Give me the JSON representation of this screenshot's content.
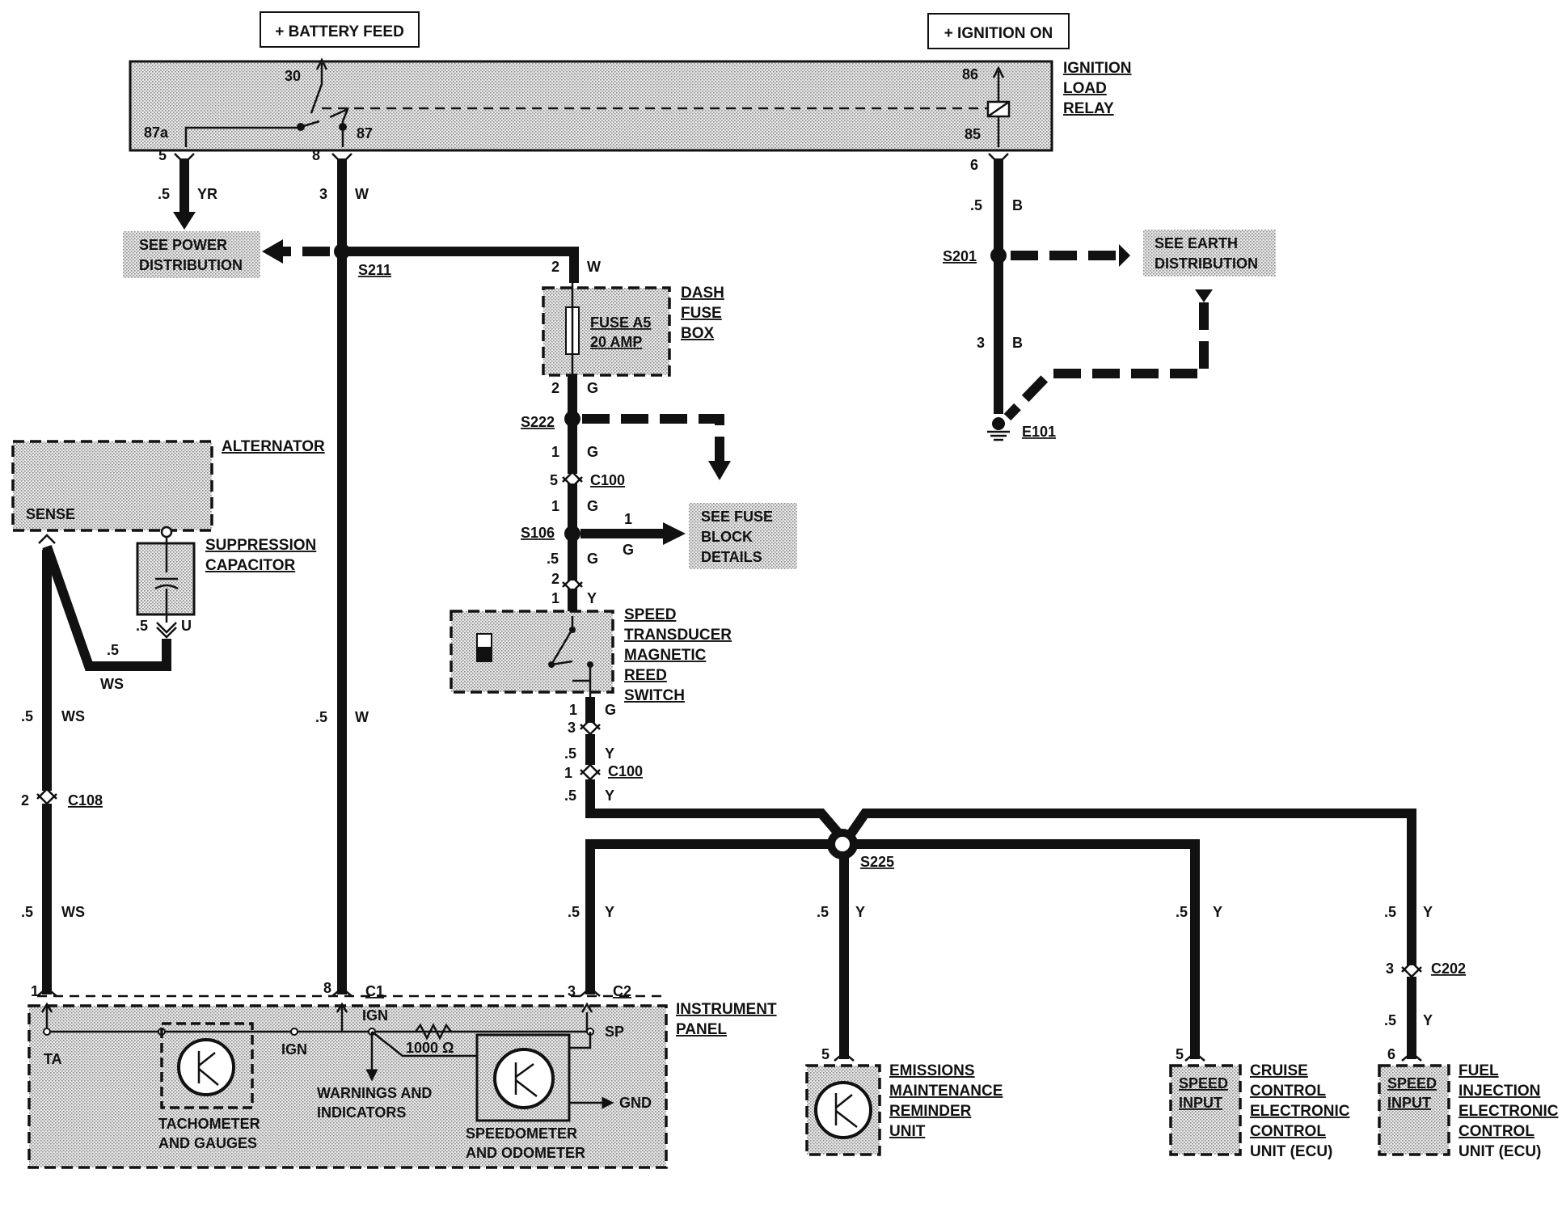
{
  "sources": {
    "battery_feed": "+ BATTERY FEED",
    "ignition_on": "+ IGNITION ON"
  },
  "relay": {
    "name": [
      "IGNITION",
      "LOAD",
      "RELAY"
    ],
    "terminals": {
      "t30": "30",
      "t87a": "87a",
      "t87": "87",
      "t86": "86",
      "t85": "85"
    },
    "pins": {
      "p5": "5",
      "p8": "8",
      "p6": "6"
    }
  },
  "wires": {
    "yr_size": ".5",
    "yr_color": "YR",
    "w_upper_pin": "3",
    "w_color": "W",
    "b_top_size": ".5",
    "b_color": "B",
    "b_lower_pin": "3",
    "fuse_in_pin": "2",
    "fuse_out_pin": "2",
    "g_color": "G",
    "c100_g_pin1": "1",
    "c100_g_pin5": "5",
    "s106_g_pin": "1",
    "s106_right_pin": "1",
    "g_size_05": ".5",
    "pin_2": "2",
    "pin_1": "1",
    "y_color": "Y",
    "g_after_switch_pin": "1",
    "c100_low_pin3": "3",
    "y_size": ".5",
    "c100_low_pin1": "1",
    "ws_color": "WS",
    "u_color": "U",
    "ws_size": ".5",
    "u_size": ".5",
    "c108_pin": "2",
    "w_lower_size": ".5",
    "ip_pin1": "1",
    "ip_pin8": "8",
    "ip_pin3": "3",
    "c202_pin": "3",
    "fi_pin": "6",
    "em_pin": "5",
    "cc_pin": "5"
  },
  "splices": {
    "s211": "S211",
    "s201": "S201",
    "s222": "S222",
    "s106": "S106",
    "s225": "S225"
  },
  "connectors": {
    "c100": "C100",
    "c100b": "C100",
    "c108": "C108",
    "c1": "C1",
    "c2": "C2",
    "c202": "C202"
  },
  "ground": {
    "e101": "E101"
  },
  "refs": {
    "power": [
      "SEE POWER",
      "DISTRIBUTION"
    ],
    "earth": [
      "SEE EARTH",
      "DISTRIBUTION"
    ],
    "fuse": [
      "SEE FUSE",
      "BLOCK",
      "DETAILS"
    ]
  },
  "fuse_box": {
    "name": [
      "DASH",
      "FUSE",
      "BOX"
    ],
    "fuse": [
      "FUSE A5",
      "20 AMP"
    ]
  },
  "alternator": {
    "name": "ALTERNATOR",
    "sense": "SENSE"
  },
  "capacitor": {
    "name": [
      "SUPPRESSION",
      "CAPACITOR"
    ]
  },
  "speed_switch": {
    "name": [
      "SPEED",
      "TRANSDUCER",
      "MAGNETIC",
      "REED",
      "SWITCH"
    ]
  },
  "instrument_panel": {
    "name": [
      "INSTRUMENT",
      "PANEL"
    ],
    "ta": "TA",
    "ign1": "IGN",
    "ign2": "IGN",
    "sp": "SP",
    "resistor": "1000 Ω",
    "tacho": [
      "TACHOMETER",
      "AND GAUGES"
    ],
    "warnings": [
      "WARNINGS AND",
      "INDICATORS"
    ],
    "speedo": [
      "SPEEDOMETER",
      "AND ODOMETER"
    ],
    "gnd": "GND"
  },
  "modules": {
    "emissions": [
      "EMISSIONS",
      "MAINTENANCE",
      "REMINDER",
      "UNIT"
    ],
    "cruise": [
      "CRUISE",
      "CONTROL",
      "ELECTRONIC",
      "CONTROL",
      "UNIT (ECU)"
    ],
    "cruise_input": [
      "SPEED",
      "INPUT"
    ],
    "fuel": [
      "FUEL",
      "INJECTION",
      "ELECTRONIC",
      "CONTROL",
      "UNIT (ECU)"
    ],
    "fuel_input": [
      "SPEED",
      "INPUT"
    ]
  }
}
